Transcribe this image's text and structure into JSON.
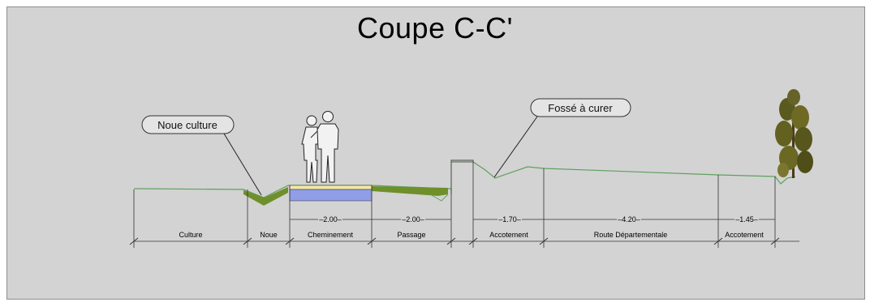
{
  "title": "Coupe C-C'",
  "callouts": {
    "noue": "Noue culture",
    "fosse": "Fossé à curer"
  },
  "segments": {
    "culture": "Culture",
    "noue": "Noue",
    "cheminement": "Cheminement",
    "passage": "Passage",
    "accotement_left": "Accotement",
    "route": "Route Départementale",
    "accotement_right": "Accotement"
  },
  "dimensions": {
    "cheminement": "2.00",
    "passage": "2.00",
    "accotement_left": "1.70",
    "route": "4.20",
    "accotement_right": "1.45"
  },
  "colors": {
    "background": "#d3d3d3",
    "ground_line": "#5fa05f",
    "vegetated_swale": "#6f8f2a",
    "path_surface": "#f3e7a8",
    "path_base": "#8f9ee6"
  }
}
